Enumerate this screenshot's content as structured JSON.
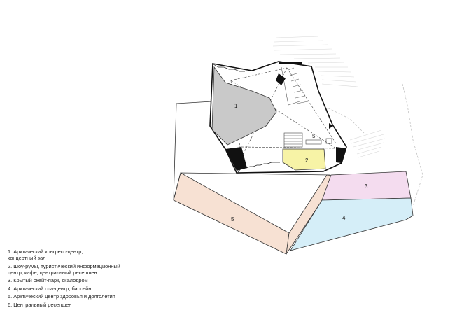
{
  "plan_labels": {
    "zone1": "1",
    "zone2": "2",
    "zone3": "3",
    "zone4": "4",
    "zone5": "5",
    "zone5b": "5"
  },
  "legend": [
    "1. Арктический конгресс-центр,\n    концертный зал",
    "2. Шоу-румы, туристический информационный\n    центр, кафе, центральный ресепшен",
    "3. Крытый скейт-парк, скалодром",
    "4. Арктический спа-центр, бассейн",
    "5. Арктический центр здоровья и долголетия",
    "6. Центральный ресепшен"
  ],
  "colors": {
    "concert_hall": "#c9c9c9",
    "showroom": "#f7f3a6",
    "skatepark": "#f4dcef",
    "spa": "#d5eef8",
    "health_center": "#f7e1d3",
    "walls": "#1a1a1a"
  }
}
